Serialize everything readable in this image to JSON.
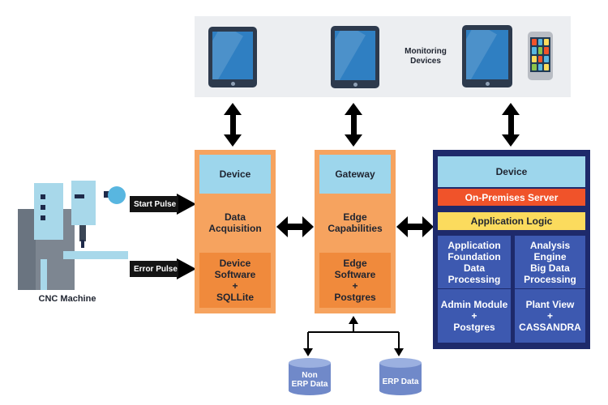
{
  "monitoring": {
    "label": "Monitoring\nDevices"
  },
  "cnc": {
    "label": "CNC Machine",
    "start_pulse": "Start Pulse",
    "error_pulse": "Error Pulse"
  },
  "device_column": {
    "header": "Device",
    "acquisition": "Data\nAcquisition",
    "software": "Device\nSoftware\n+\nSQLLite"
  },
  "gateway_column": {
    "header": "Gateway",
    "capabilities": "Edge\nCapabilities",
    "software": "Edge\nSoftware\n+\nPostgres"
  },
  "server_column": {
    "header": "Device",
    "on_prem": "On-Premises Server",
    "app_logic": "Application Logic",
    "left_top": "Application\nFoundation\nData\nProcessing",
    "left_bottom": "Admin Module\n+\nPostgres",
    "right_top": "Analysis\nEngine\nBig Data\nProcessing",
    "right_bottom": "Plant View\n+\nCASSANDRA"
  },
  "databases": {
    "non_erp": "Non\nERP Data",
    "erp": "ERP Data"
  },
  "colors": {
    "orange_light": "#f6a35f",
    "orange_mid": "#f08a3c",
    "light_blue": "#9dd6ec",
    "navy": "#1e2a6b",
    "mid_blue": "#3d59b0",
    "red_orange": "#f0532a",
    "yellow": "#fbdb5d",
    "db_blue": "#7089c9"
  }
}
